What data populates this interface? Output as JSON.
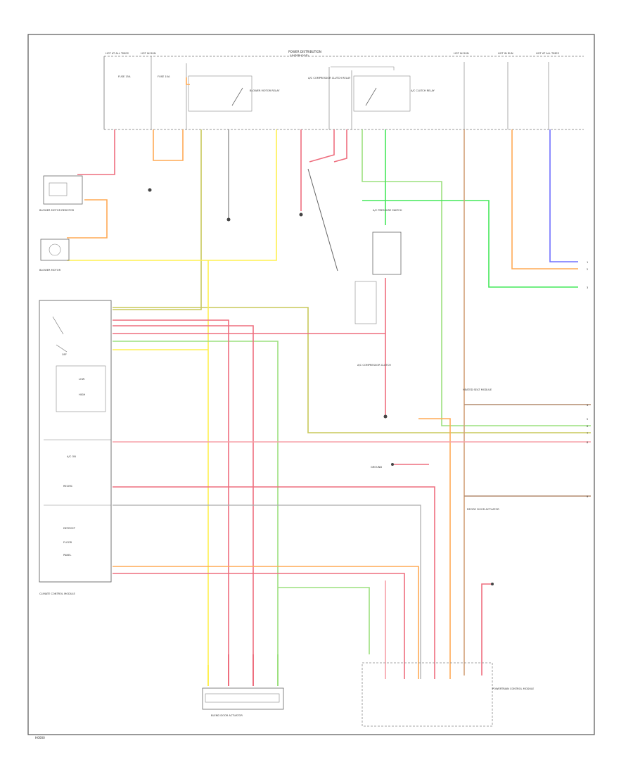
{
  "diagram": {
    "fuse_box": {
      "title": "POWER DISTRIBUTION",
      "subtitle": "(UNDERHOOD)",
      "fuse_headers": [
        {
          "id": "f1",
          "text": "HOT AT ALL TIMES"
        },
        {
          "id": "f2",
          "text": "HOT IN RUN"
        },
        {
          "id": "f3",
          "text": "HOT IN RUN"
        },
        {
          "id": "f4",
          "text": "HOT IN RUN"
        },
        {
          "id": "f5",
          "text": "HOT AT ALL TIMES"
        }
      ],
      "module_labels": [
        {
          "id": "m1",
          "text": "BLOWER MOTOR RELAY"
        },
        {
          "id": "m2",
          "text": "A/C COMPRESSOR CLUTCH RELAY"
        },
        {
          "id": "m3",
          "text": "A/C CLUTCH RELAY"
        },
        {
          "id": "m4",
          "text": "FUSE 15A"
        },
        {
          "id": "m5",
          "text": "FUSE 10A"
        }
      ]
    },
    "components": [
      {
        "id": "c1",
        "text": "BLOWER MOTOR RESISTOR"
      },
      {
        "id": "c2",
        "text": "BLOWER MOTOR"
      },
      {
        "id": "c3",
        "text": "CLIMATE CONTROL MODULE"
      },
      {
        "id": "c4",
        "text": "A/C PRESSURE SWITCH"
      },
      {
        "id": "c5",
        "text": "A/C COMPRESSOR CLUTCH"
      },
      {
        "id": "c6",
        "text": "BLEND DOOR ACTUATOR"
      },
      {
        "id": "c7",
        "text": "POWERTRAIN CONTROL MODULE"
      },
      {
        "id": "c8",
        "text": "HEATED SEAT MODULE"
      },
      {
        "id": "c9",
        "text": "RECIRC DOOR ACTUATOR"
      },
      {
        "id": "c10",
        "text": "GROUND"
      }
    ],
    "switch_labels": [
      {
        "id": "s1",
        "text": "OFF"
      },
      {
        "id": "s2",
        "text": "LOW"
      },
      {
        "id": "s3",
        "text": "HIGH"
      },
      {
        "id": "s4",
        "text": "A/C ON"
      },
      {
        "id": "s5",
        "text": "RECIRC"
      },
      {
        "id": "s6",
        "text": "DEFROST"
      },
      {
        "id": "s7",
        "text": "FLOOR"
      },
      {
        "id": "s8",
        "text": "PANEL"
      }
    ],
    "connector_pins": [
      {
        "id": "p1",
        "text": "1"
      },
      {
        "id": "p2",
        "text": "2"
      },
      {
        "id": "p3",
        "text": "3"
      },
      {
        "id": "p4",
        "text": "4"
      },
      {
        "id": "p5",
        "text": "5"
      },
      {
        "id": "p6",
        "text": "6"
      },
      {
        "id": "p7",
        "text": "7"
      },
      {
        "id": "p8",
        "text": "8"
      },
      {
        "id": "p9",
        "text": "9"
      }
    ],
    "footer_code": "H0000",
    "wire_colors": {
      "red": "#ee6e7e",
      "red_bright": "#ff0040",
      "pink": "#f7a0a8",
      "orange": "#ffaa55",
      "yellow": "#fff050",
      "olive": "#c8c85a",
      "green": "#44e85a",
      "lightgreen": "#9ce07e",
      "tan": "#d2a078",
      "brown": "#b48c6e",
      "blue": "#7070ff",
      "gray": "#999999",
      "frame": "#555555"
    }
  }
}
